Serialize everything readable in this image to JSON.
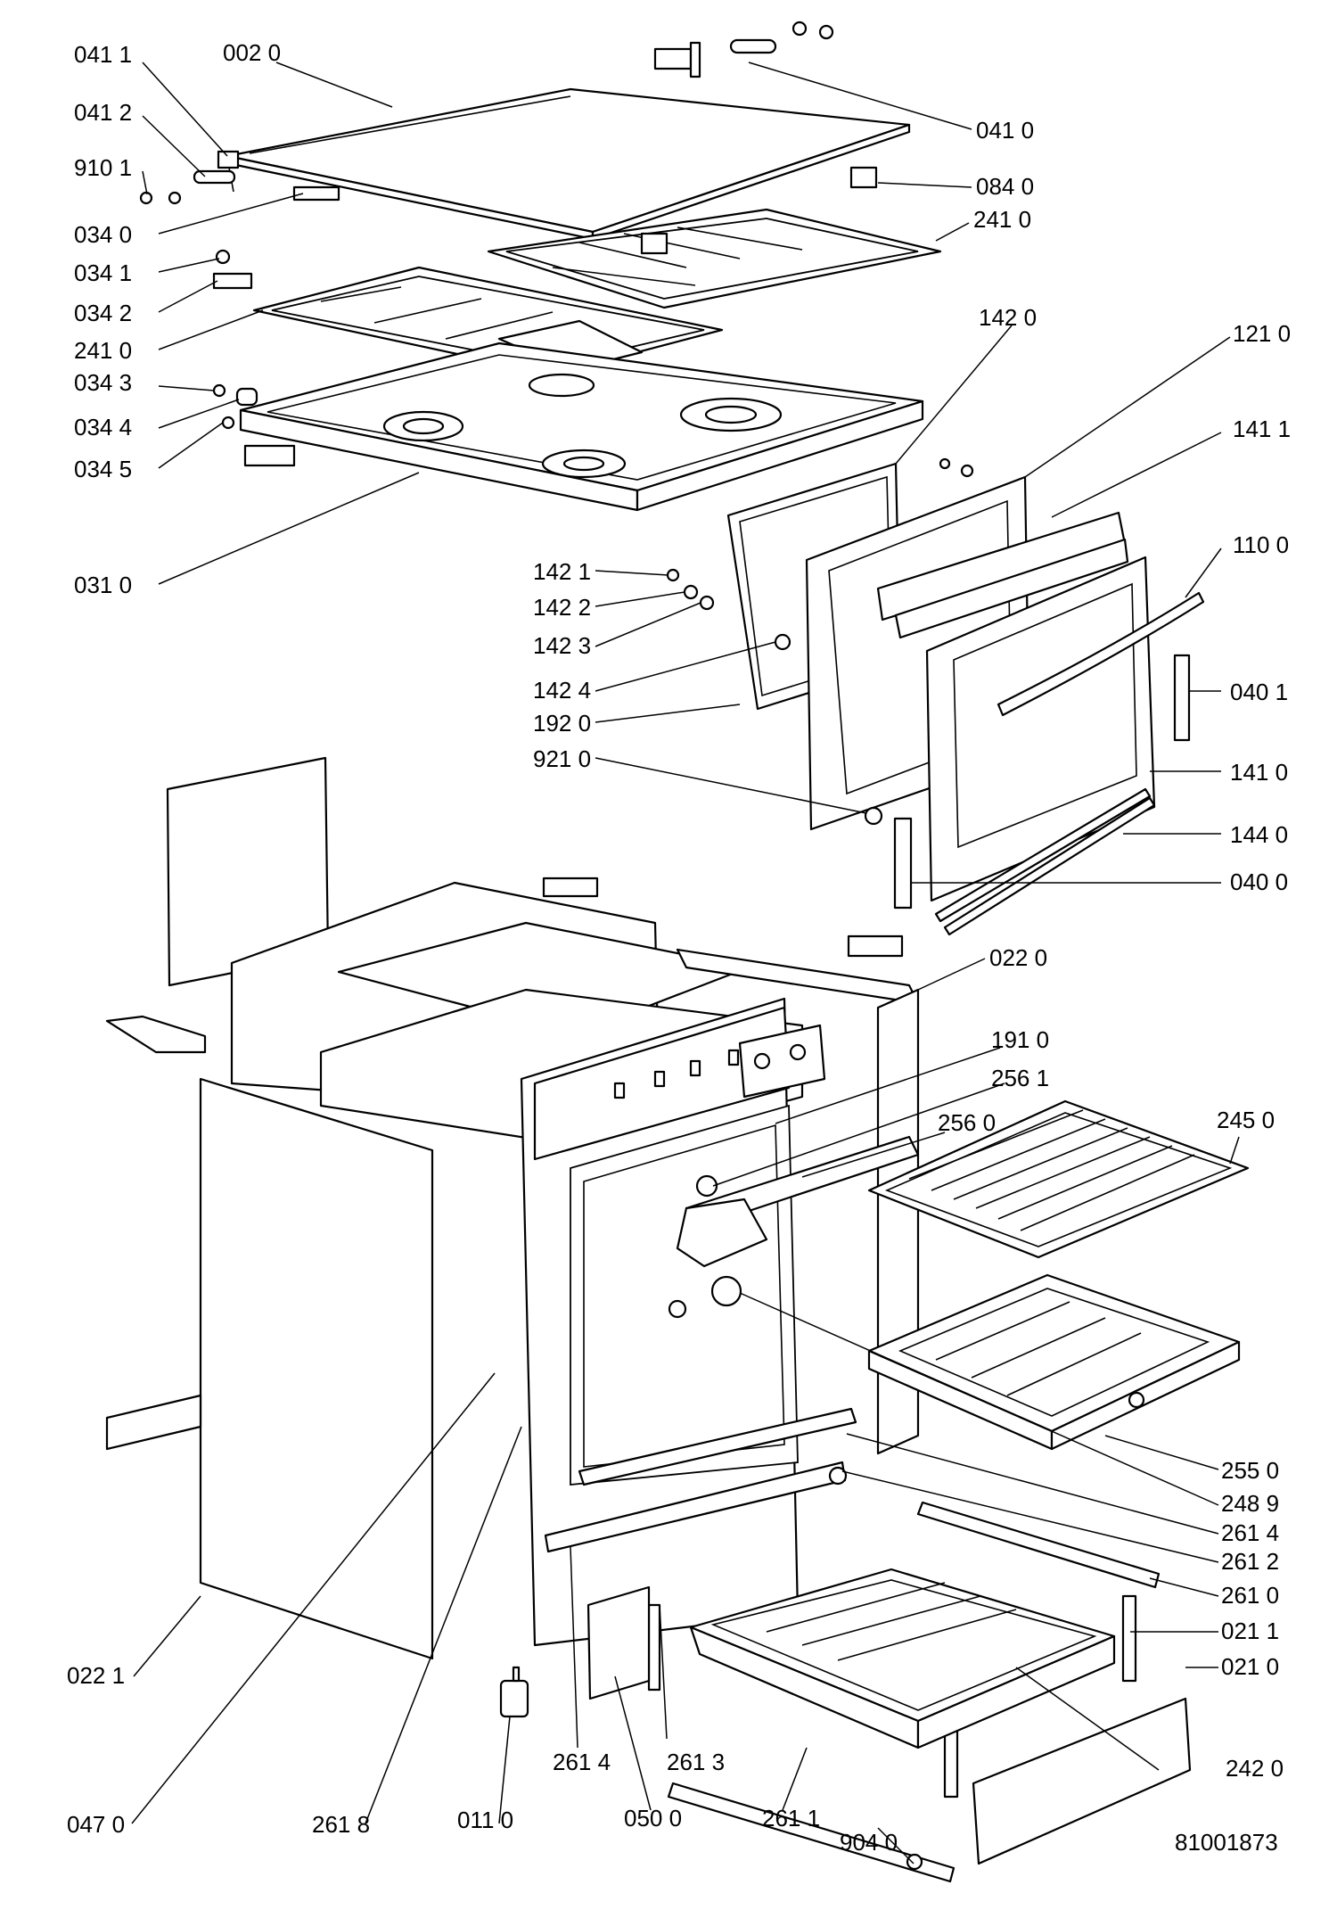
{
  "diagram": {
    "drawing_number": "81001873",
    "labels": [
      {
        "id": "l0411",
        "text": "041 1"
      },
      {
        "id": "l0020",
        "text": "002 0"
      },
      {
        "id": "l0412",
        "text": "041 2"
      },
      {
        "id": "l9101",
        "text": "910 1"
      },
      {
        "id": "l0340",
        "text": "034 0"
      },
      {
        "id": "l0341",
        "text": "034 1"
      },
      {
        "id": "l0342",
        "text": "034 2"
      },
      {
        "id": "l2410a",
        "text": "241 0"
      },
      {
        "id": "l0343",
        "text": "034 3"
      },
      {
        "id": "l0344",
        "text": "034 4"
      },
      {
        "id": "l0345",
        "text": "034 5"
      },
      {
        "id": "l0310",
        "text": "031 0"
      },
      {
        "id": "l0410",
        "text": "041 0"
      },
      {
        "id": "l0840",
        "text": "084 0"
      },
      {
        "id": "l2410b",
        "text": "241 0"
      },
      {
        "id": "l1420",
        "text": "142 0"
      },
      {
        "id": "l1210",
        "text": "121 0"
      },
      {
        "id": "l1411",
        "text": "141 1"
      },
      {
        "id": "l1100",
        "text": "110 0"
      },
      {
        "id": "l1421",
        "text": "142 1"
      },
      {
        "id": "l1422",
        "text": "142 2"
      },
      {
        "id": "l1423",
        "text": "142 3"
      },
      {
        "id": "l1424",
        "text": "142 4"
      },
      {
        "id": "l1920",
        "text": "192 0"
      },
      {
        "id": "l9210",
        "text": "921 0"
      },
      {
        "id": "l0401",
        "text": "040 1"
      },
      {
        "id": "l1410",
        "text": "141 0"
      },
      {
        "id": "l1440",
        "text": "144 0"
      },
      {
        "id": "l0400",
        "text": "040 0"
      },
      {
        "id": "l0220",
        "text": "022 0"
      },
      {
        "id": "l1910",
        "text": "191 0"
      },
      {
        "id": "l2561",
        "text": "256 1"
      },
      {
        "id": "l2560",
        "text": "256 0"
      },
      {
        "id": "l2450",
        "text": "245 0"
      },
      {
        "id": "l2550",
        "text": "255 0"
      },
      {
        "id": "l2489",
        "text": "248 9"
      },
      {
        "id": "l2614a",
        "text": "261 4"
      },
      {
        "id": "l2612",
        "text": "261 2"
      },
      {
        "id": "l2610",
        "text": "261 0"
      },
      {
        "id": "l0211",
        "text": "021 1"
      },
      {
        "id": "l0210",
        "text": "021 0"
      },
      {
        "id": "l0221",
        "text": "022 1"
      },
      {
        "id": "l2420",
        "text": "242 0"
      },
      {
        "id": "l2614b",
        "text": "261 4"
      },
      {
        "id": "l2613",
        "text": "261 3"
      },
      {
        "id": "l0470",
        "text": "047 0"
      },
      {
        "id": "l2618",
        "text": "261 8"
      },
      {
        "id": "l0110",
        "text": "011 0"
      },
      {
        "id": "l0500",
        "text": "050 0"
      },
      {
        "id": "l2611",
        "text": "261 1"
      },
      {
        "id": "l9040",
        "text": "904 0"
      }
    ]
  }
}
